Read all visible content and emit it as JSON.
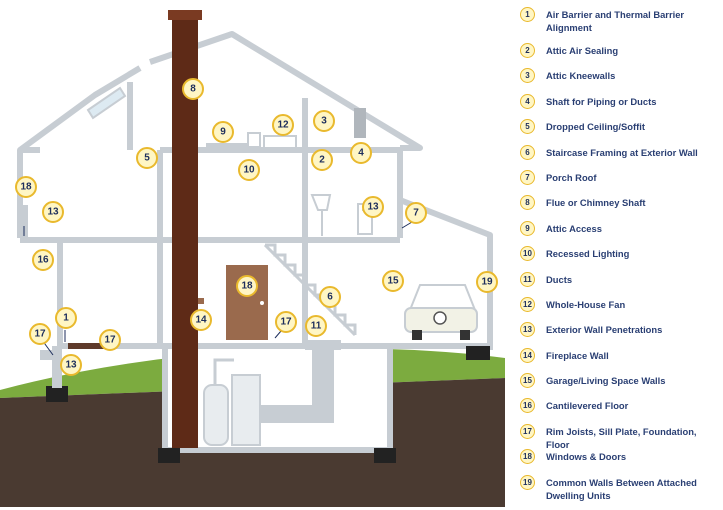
{
  "legend": [
    {
      "num": "1",
      "label": "Air Barrier and Thermal Barrier Alignment"
    },
    {
      "num": "2",
      "label": "Attic Air Sealing"
    },
    {
      "num": "3",
      "label": "Attic Kneewalls"
    },
    {
      "num": "4",
      "label": "Shaft for Piping or Ducts"
    },
    {
      "num": "5",
      "label": "Dropped Ceiling/Soffit"
    },
    {
      "num": "6",
      "label": "Staircase Framing at Exterior Wall"
    },
    {
      "num": "7",
      "label": "Porch Roof"
    },
    {
      "num": "8",
      "label": "Flue or Chimney Shaft"
    },
    {
      "num": "9",
      "label": "Attic Access"
    },
    {
      "num": "10",
      "label": "Recessed Lighting"
    },
    {
      "num": "11",
      "label": "Ducts"
    },
    {
      "num": "12",
      "label": "Whole-House Fan"
    },
    {
      "num": "13",
      "label": "Exterior Wall Penetrations"
    },
    {
      "num": "14",
      "label": "Fireplace Wall"
    },
    {
      "num": "15",
      "label": "Garage/Living Space Walls"
    },
    {
      "num": "16",
      "label": "Cantilevered Floor"
    },
    {
      "num": "17",
      "label": "Rim Joists, Sill Plate, Foundation, Floor"
    },
    {
      "num": "18",
      "label": "Windows & Doors"
    },
    {
      "num": "19",
      "label": "Common Walls Between Attached Dwelling Units"
    }
  ],
  "callouts": {
    "c1": "1",
    "c2": "2",
    "c3": "3",
    "c4": "4",
    "c5": "5",
    "c6": "6",
    "c7": "7",
    "c8": "8",
    "c9": "9",
    "c10": "10",
    "c11": "11",
    "c12": "12",
    "c13a": "13",
    "c13b": "13",
    "c13c": "13",
    "c14": "14",
    "c15": "15",
    "c16": "16",
    "c17a": "17",
    "c17b": "17",
    "c17c": "17",
    "c18a": "18",
    "c18b": "18",
    "c19": "19"
  },
  "colors": {
    "wall": "#c7cdd3",
    "ground": "#4a3a31",
    "grass": "#7cab3f",
    "chimney": "#5e2a17",
    "door": "#9a6a4d",
    "badge_fill": "#fff6c4",
    "badge_stroke": "#e9b92d",
    "label_text": "#2a3f73"
  }
}
